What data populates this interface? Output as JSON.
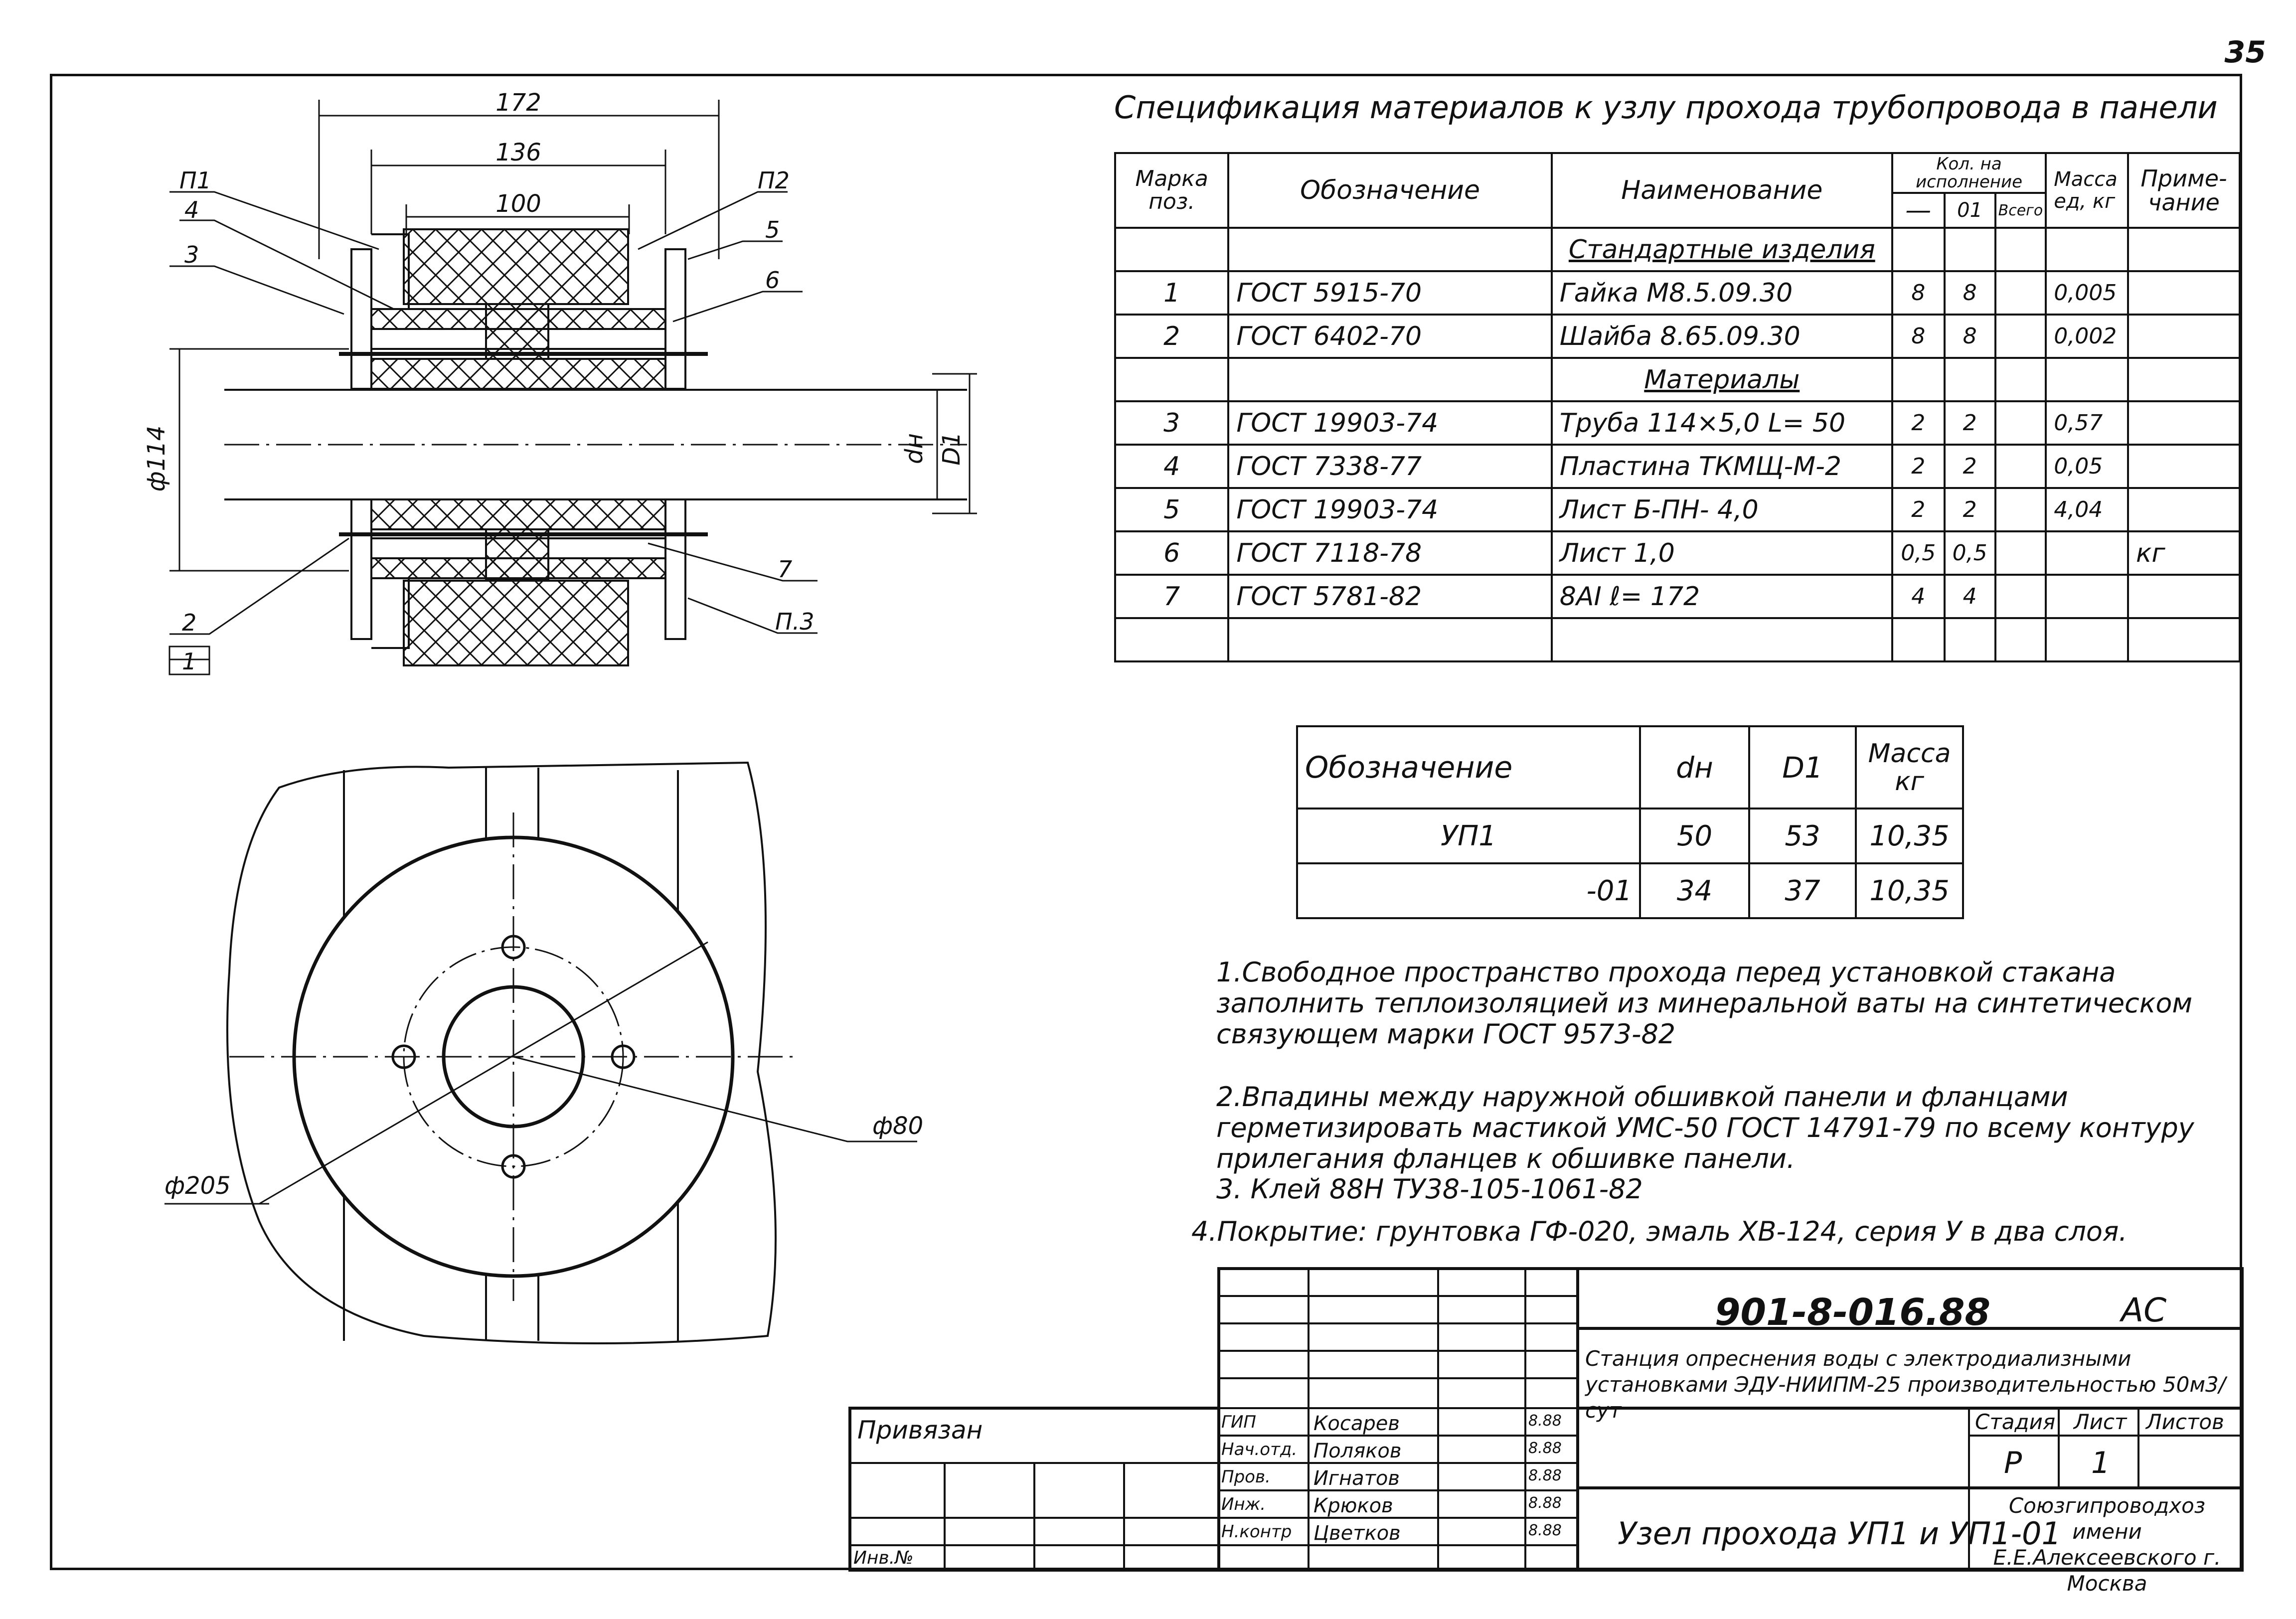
{
  "page_number": "35",
  "drawing_labels": {
    "dim_172": "172",
    "dim_136": "136",
    "dim_100": "100",
    "p1": "П1",
    "p2": "П2",
    "p3": "П.3",
    "pos4": "4",
    "pos3": "3",
    "pos5": "5",
    "pos6": "6",
    "pos7": "7",
    "pos2": "2",
    "pos1": "1",
    "phi114": "ф114",
    "dn": "dн",
    "d1": "D1",
    "phi80": "ф80",
    "phi205": "ф205"
  },
  "spec": {
    "title": "Спецификация материалов к узлу прохода трубопровода в панели",
    "headers": {
      "mark": "Марка поз.",
      "designation": "Обозначение",
      "name": "Наименование",
      "qty_group": "Кол. на исполнение",
      "qty_base": "—",
      "qty_01": "01",
      "qty_total": "Всего",
      "mass": "Масса ед, кг",
      "note": "Приме- чание"
    },
    "rows": [
      {
        "mark": "",
        "designation": "",
        "name": "Стандартные изделия",
        "q": "",
        "q01": "",
        "all": "",
        "mass": "",
        "note": ""
      },
      {
        "mark": "1",
        "designation": "ГОСТ 5915-70",
        "name": "Гайка М8.5.09.30",
        "q": "8",
        "q01": "8",
        "all": "",
        "mass": "0,005",
        "note": ""
      },
      {
        "mark": "2",
        "designation": "ГОСТ 6402-70",
        "name": "Шайба 8.65.09.30",
        "q": "8",
        "q01": "8",
        "all": "",
        "mass": "0,002",
        "note": ""
      },
      {
        "mark": "",
        "designation": "",
        "name": "Материалы",
        "q": "",
        "q01": "",
        "all": "",
        "mass": "",
        "note": ""
      },
      {
        "mark": "3",
        "designation": "ГОСТ 19903-74",
        "name": "Труба 114×5,0 L= 50",
        "q": "2",
        "q01": "2",
        "all": "",
        "mass": "0,57",
        "note": ""
      },
      {
        "mark": "4",
        "designation": "ГОСТ 7338-77",
        "name": "Пластина ТКМЩ-М-2",
        "q": "2",
        "q01": "2",
        "all": "",
        "mass": "0,05",
        "note": ""
      },
      {
        "mark": "5",
        "designation": "ГОСТ 19903-74",
        "name": "Лист Б-ПН- 4,0",
        "q": "2",
        "q01": "2",
        "all": "",
        "mass": "4,04",
        "note": ""
      },
      {
        "mark": "6",
        "designation": "ГОСТ 7118-78",
        "name": "Лист 1,0",
        "q": "0,5",
        "q01": "0,5",
        "all": "",
        "mass": "",
        "note": "кг"
      },
      {
        "mark": "7",
        "designation": "ГОСТ 5781-82",
        "name": "8АI ℓ= 172",
        "q": "4",
        "q01": "4",
        "all": "",
        "mass": "",
        "note": ""
      },
      {
        "mark": "",
        "designation": "",
        "name": "",
        "q": "",
        "q01": "",
        "all": "",
        "mass": "",
        "note": ""
      }
    ]
  },
  "variants": {
    "headers": {
      "designation": "Обозначение",
      "dn": "dн",
      "d1": "D1",
      "mass": "Масса кг"
    },
    "rows": [
      {
        "designation": "УП1",
        "dn": "50",
        "d1": "53",
        "mass": "10,35"
      },
      {
        "designation": "-01",
        "dn": "34",
        "d1": "37",
        "mass": "10,35"
      }
    ]
  },
  "notes": {
    "n1": "1.Свободное пространство прохода перед установкой стакана заполнить теплоизоляцией из минеральной ваты на синтетическом связующем марки ГОСТ 9573-82",
    "n2": "2.Впадины между наружной обшивкой панели и фланцами герметизировать мастикой УМС-50 ГОСТ 14791-79 по всему контуру прилегания фланцев к обшивке панели.",
    "n3": "3. Клей 88Н ТУ38-105-1061-82",
    "n4": "4.Покрытие: грунтовка ГФ-020, эмаль ХВ-124, серия У в два слоя."
  },
  "title_block": {
    "doc_code": "901-8-016.88",
    "section": "АС",
    "project_title": "Станция опреснения воды с электродиализными установками ЭДУ-НИИПМ-25 производительностью 50м3/сут",
    "stage_label": "Стадия",
    "sheet_label": "Лист",
    "sheets_label": "Листов",
    "stage": "Р",
    "sheet": "1",
    "sheets": "",
    "sheet_title": "Узел прохода УП1 и УП1-01",
    "organization": "Союзгипроводхоз имени Е.Е.Алексеевского г. Москва",
    "bound_label": "Привязан",
    "inv_label": "Инв.№",
    "staff": [
      {
        "role": "ГИП",
        "name": "Косарев",
        "date": "8.88"
      },
      {
        "role": "Нач.отд.",
        "name": "Поляков",
        "date": "8.88"
      },
      {
        "role": "Пров.",
        "name": "Игнатов",
        "date": "8.88"
      },
      {
        "role": "Инж.",
        "name": "Крюков",
        "date": "8.88"
      },
      {
        "role": "Н.контр",
        "name": "Цветков",
        "date": "8.88"
      }
    ]
  }
}
